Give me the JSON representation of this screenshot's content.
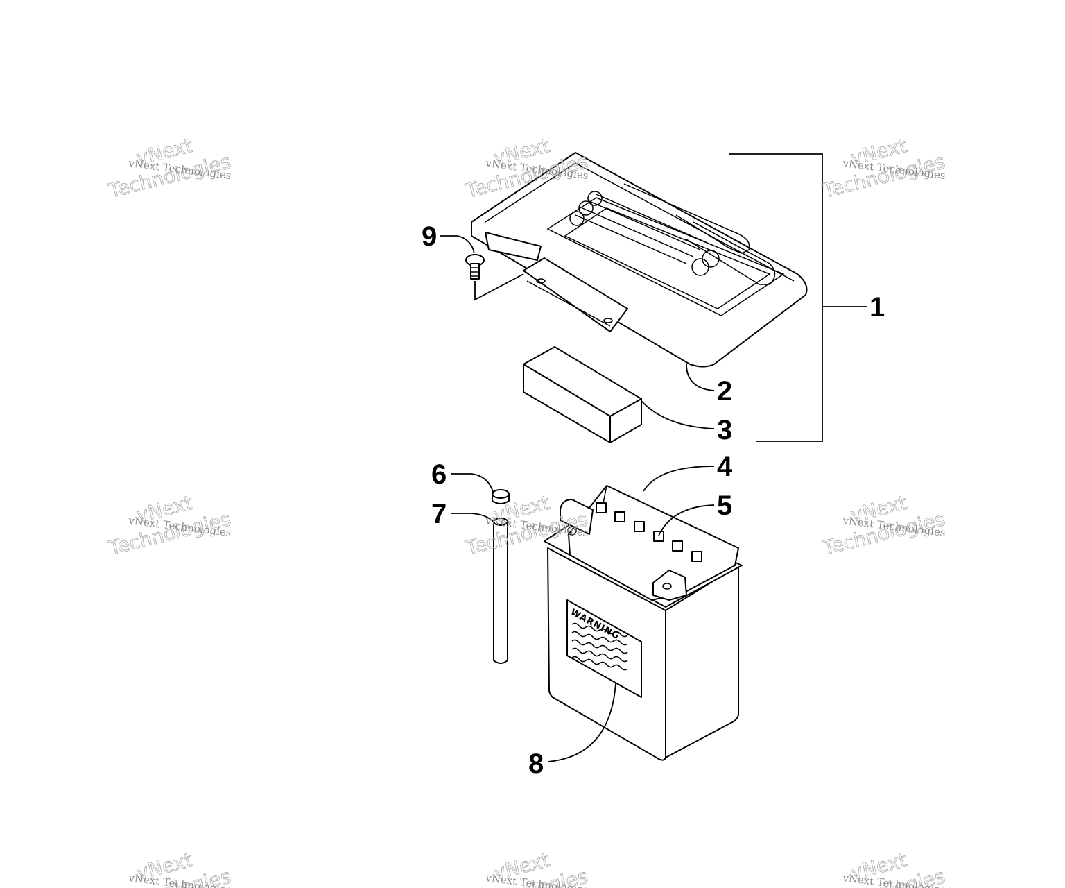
{
  "callouts": {
    "c1": "1",
    "c2": "2",
    "c3": "3",
    "c4": "4",
    "c5": "5",
    "c6": "6",
    "c7": "7",
    "c8": "8",
    "c9": "9"
  },
  "warning_label": "WARNING",
  "watermark": {
    "line_small": "vNext Technologies",
    "word_top": "vNext",
    "word_bottom": "Technologies"
  }
}
